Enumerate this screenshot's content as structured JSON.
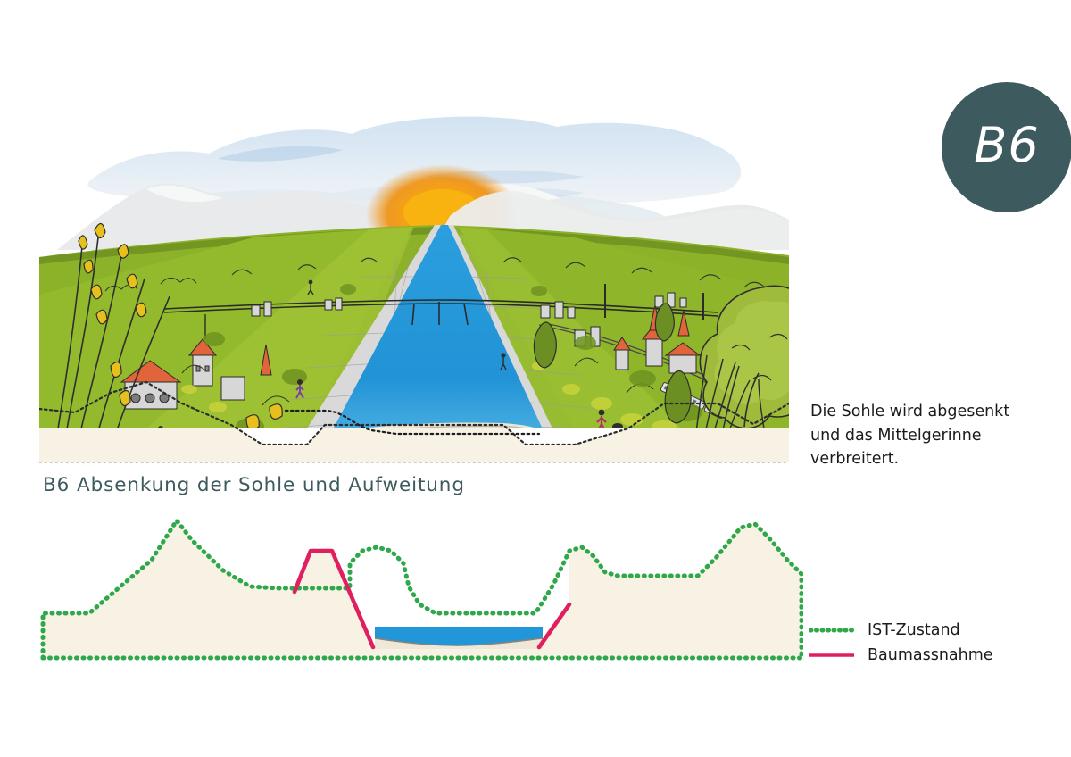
{
  "badge": {
    "label": "B6",
    "color": "#3d5a5e"
  },
  "caption": {
    "text": "B6 Absenkung der Sohle und Aufweitung",
    "color": "#3d5a5e"
  },
  "sidenote": {
    "text": "Die Sohle wird abgesenkt und das Mittelgerinne verbreitert."
  },
  "illustration": {
    "title": "Flusslandschaft mit aufgeweitetem Mittelgerinne",
    "sky_color": "#ffffff",
    "cloud_color": "#c8dcee",
    "mountain_color": "#e8e9ea",
    "meadow_color": "#8cb229",
    "meadow_dark_color": "#6e9422",
    "water_color": "#2196d8",
    "riprap_color": "#dcdcdc",
    "ground_color": "#f7f2e4",
    "sun_color": "#f5a800",
    "tree_color": "#9bb53a",
    "reed_color": "#e8c01e"
  },
  "legend": {
    "items": [
      {
        "label": "IST-Zustand",
        "style": "dotted",
        "color": "#2ea84a"
      },
      {
        "label": "Baumassnahme",
        "style": "solid",
        "color": "#e01f5f"
      }
    ]
  },
  "chart_data": {
    "type": "area",
    "title": "B6 Absenkung der Sohle und Aufweitung",
    "xlabel": "",
    "ylabel": "",
    "grid": false,
    "legend_position": "right",
    "xlim": [
      0,
      860
    ],
    "ylim": [
      0,
      190
    ],
    "series": [
      {
        "name": "IST-Zustand",
        "style": "dotted",
        "color": "#2ea84a",
        "points": [
          [
            8,
            172
          ],
          [
            8,
            122
          ],
          [
            60,
            122
          ],
          [
            95,
            92
          ],
          [
            130,
            62
          ],
          [
            158,
            18
          ],
          [
            175,
            40
          ],
          [
            210,
            74
          ],
          [
            240,
            92
          ],
          [
            272,
            94
          ],
          [
            300,
            94
          ],
          [
            330,
            94
          ],
          [
            352,
            94
          ],
          [
            352,
            66
          ],
          [
            366,
            52
          ],
          [
            382,
            48
          ],
          [
            398,
            52
          ],
          [
            412,
            66
          ],
          [
            418,
            92
          ],
          [
            430,
            112
          ],
          [
            448,
            122
          ],
          [
            520,
            122
          ],
          [
            560,
            122
          ],
          [
            580,
            90
          ],
          [
            598,
            52
          ],
          [
            612,
            48
          ],
          [
            625,
            58
          ],
          [
            638,
            76
          ],
          [
            652,
            80
          ],
          [
            700,
            80
          ],
          [
            742,
            80
          ],
          [
            762,
            60
          ],
          [
            790,
            26
          ],
          [
            806,
            22
          ],
          [
            822,
            38
          ],
          [
            842,
            62
          ],
          [
            858,
            78
          ],
          [
            858,
            172
          ]
        ]
      },
      {
        "name": "Baumassnahme",
        "style": "solid",
        "color": "#e01f5f",
        "points": [
          [
            290,
            98
          ],
          [
            308,
            52
          ],
          [
            332,
            52
          ],
          [
            378,
            160
          ],
          [
            564,
            160
          ],
          [
            598,
            112
          ]
        ]
      }
    ],
    "water": {
      "name": "Wasser",
      "color": "#2196d8",
      "top_y": 137,
      "left_x": 378,
      "right_x": 570
    },
    "terrain_fill": "#f7f2e4",
    "bed_line_color": "#8b8278"
  }
}
